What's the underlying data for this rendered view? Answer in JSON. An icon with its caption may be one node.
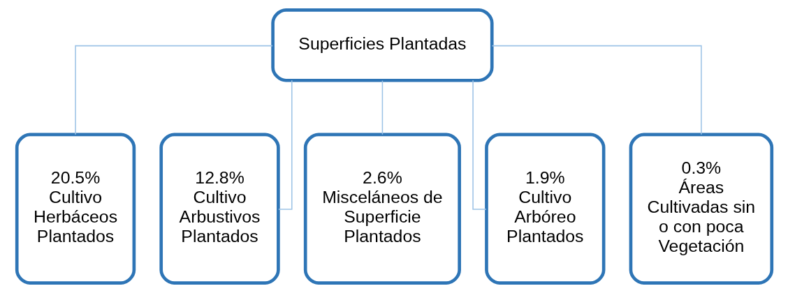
{
  "diagram": {
    "nodes": [
      {
        "text": [
          "Superficies Plantadas"
        ]
      },
      {
        "text": [
          "20.5%",
          "Cultivo Herbáceos Plantados"
        ]
      },
      {
        "text": [
          "12.8%",
          "Cultivo Arbustivos Plantados"
        ]
      },
      {
        "text": [
          "2.6%",
          "Misceláneos de Superficie Plantados"
        ]
      },
      {
        "text": [
          "1.9%",
          "Cultivo Arbóreo Plantados"
        ]
      },
      {
        "text": [
          "0.3%",
          "Áreas Cultivadas sin o con poca Vegetación"
        ]
      }
    ],
    "edges": [
      {
        "from": 0,
        "to": 1,
        "arrow": "none"
      },
      {
        "from": 0,
        "to": 2,
        "arrow": "none"
      },
      {
        "from": 0,
        "to": 3,
        "arrow": "none"
      },
      {
        "from": 0,
        "to": 4,
        "arrow": "none"
      },
      {
        "from": 0,
        "to": 5,
        "arrow": "none"
      }
    ]
  }
}
